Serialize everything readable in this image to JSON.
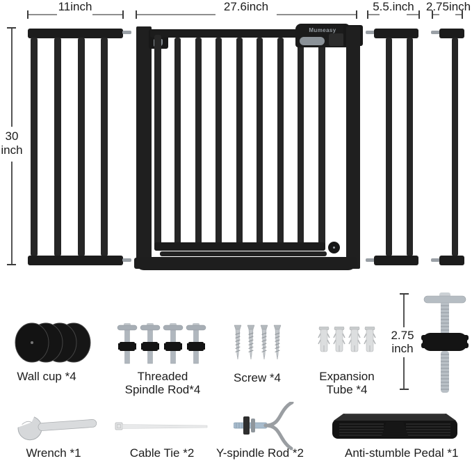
{
  "product": {
    "brand": "Mumeasy",
    "dimensions": {
      "extension_11": "11inch",
      "gate_width": "27.6inch",
      "extension_5_5": "5.5.inch",
      "extension_2_75": "2.75inch",
      "gate_height_value": "30",
      "gate_height_unit": "inch"
    }
  },
  "accessories": {
    "spindle_dimension": {
      "value": "2.75",
      "unit": "inch"
    },
    "row1": [
      {
        "icon": "wall-cup-icon",
        "label": "Wall cup *4"
      },
      {
        "icon": "threaded-spindle-rod-icon",
        "label_line1": "Threaded",
        "label_line2": "Spindle Rod*4"
      },
      {
        "icon": "screw-icon",
        "label": "Screw *4"
      },
      {
        "icon": "expansion-tube-icon",
        "label_line1": "Expansion",
        "label_line2": "Tube *4"
      }
    ],
    "row2": [
      {
        "icon": "wrench-icon",
        "label": "Wrench *1"
      },
      {
        "icon": "cable-tie-icon",
        "label": "Cable Tie *2"
      },
      {
        "icon": "y-spindle-rod-icon",
        "label": "Y-spindle Rod *2"
      },
      {
        "icon": "anti-stumble-pedal-icon",
        "label": "Anti-stumble Pedal *1"
      }
    ]
  },
  "colors": {
    "gate_black": "#1f1f1f",
    "metal_gray": "#aab1b8",
    "anchor_gray": "#dcdedf",
    "text": "#1c1c1c",
    "dim_line": "#8f8f8f"
  }
}
